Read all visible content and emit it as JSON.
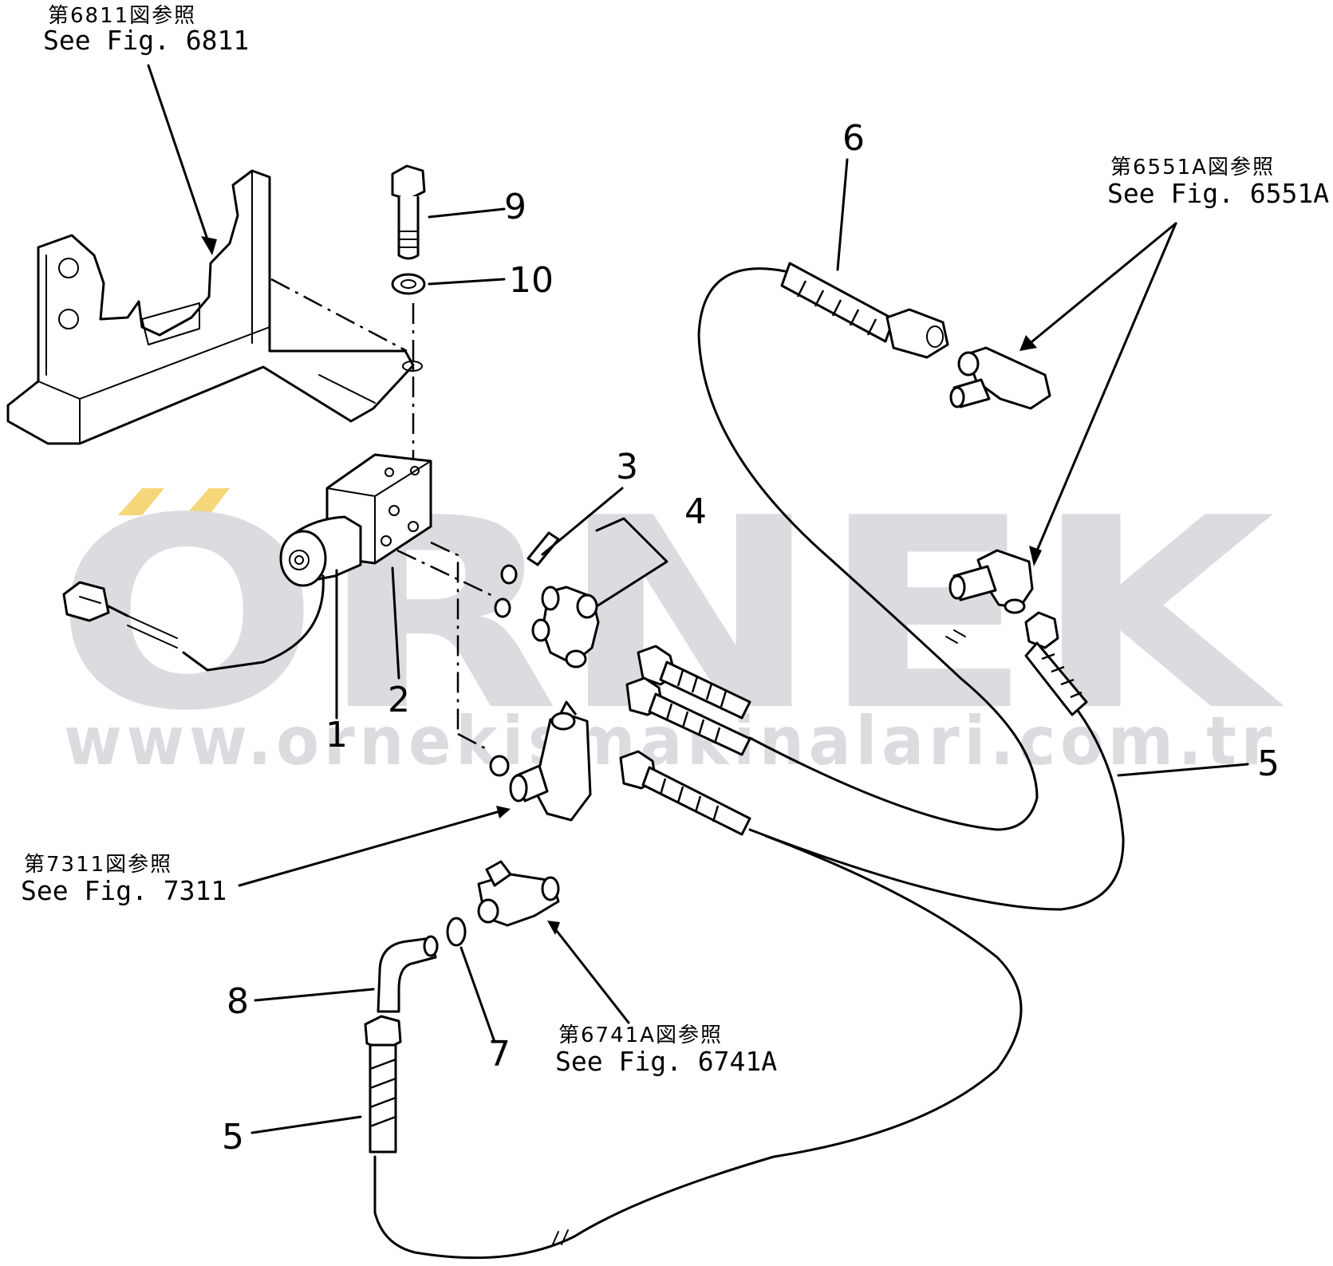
{
  "watermark": {
    "letters": "ORNEK",
    "url": "www.ornekismakinalari.com.tr",
    "accent_color": "#f5d77a",
    "text_color": "#dcdbe0"
  },
  "references": {
    "fig_6811": {
      "jp": "第6811図参照",
      "en": "See  Fig. 6811"
    },
    "fig_6551a": {
      "jp": "第6551A図参照",
      "en": "See Fig. 6551A"
    },
    "fig_7311": {
      "jp": "第7311図参照",
      "en": "See Fig. 7311"
    },
    "fig_6741a": {
      "jp": "第6741A図参照",
      "en": "See Fig. 6741A"
    }
  },
  "part_numbers": {
    "p1": "1",
    "p2": "2",
    "p3": "3",
    "p4": "4",
    "p5_right": "5",
    "p5_bottom": "5",
    "p6": "6",
    "p7": "7",
    "p8": "8",
    "p9": "9",
    "p10": "10"
  }
}
